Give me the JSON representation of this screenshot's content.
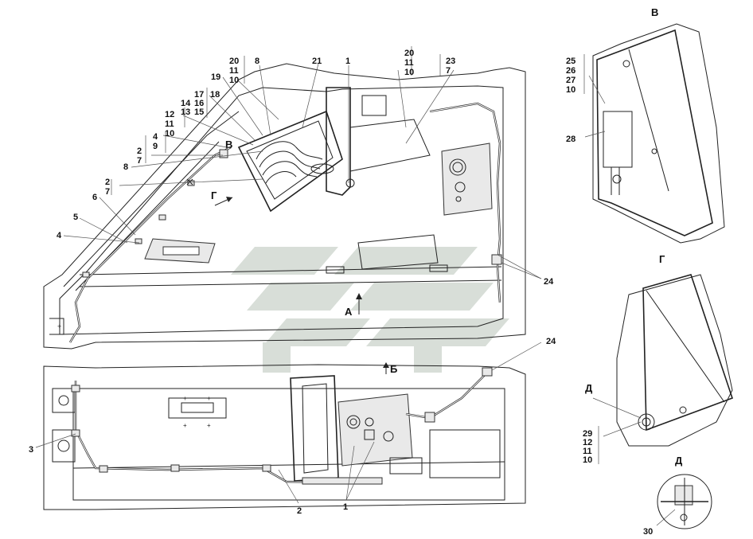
{
  "views": {
    "V": "В",
    "G": "Г",
    "D": "Д",
    "A": "А",
    "B": "Б"
  },
  "callouts": {
    "c1": "1",
    "c2": "2",
    "c3": "3",
    "c4": "4",
    "c5": "5",
    "c6": "6",
    "c7": "7",
    "c8": "8",
    "c9": "9",
    "c10": "10",
    "c11": "11",
    "c12": "12",
    "c13": "13",
    "c14": "14",
    "c15": "15",
    "c16": "16",
    "c17": "17",
    "c18": "18",
    "c19": "19",
    "c20": "20",
    "c21": "21",
    "c23": "23",
    "c24": "24",
    "c25": "25",
    "c26": "26",
    "c27": "27",
    "c28": "28",
    "c29": "29",
    "c30": "30"
  },
  "colors": {
    "line": "#222222",
    "watermark": "#b9c4b9"
  }
}
